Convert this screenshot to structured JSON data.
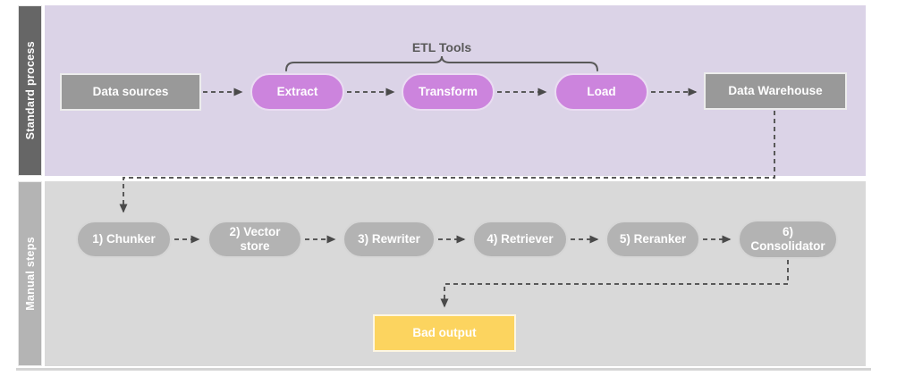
{
  "brace_label": "ETL Tools",
  "lanes": {
    "standard": "Standard process",
    "manual": "Manual steps"
  },
  "nodes": {
    "data_sources": "Data sources",
    "extract": "Extract",
    "transform": "Transform",
    "load": "Load",
    "data_warehouse": "Data Warehouse",
    "chunker": "1) Chunker",
    "vector_store": "2) Vector store",
    "rewriter": "3) Rewriter",
    "retriever": "4) Retriever",
    "reranker": "5) Reranker",
    "consolidator": "6) Consolidator",
    "bad_output": "Bad output"
  },
  "colors": {
    "standard_lane_bg": "#dbd3e7",
    "standard_lane_label_bg": "#666666",
    "manual_lane_bg": "#d9d9d9",
    "manual_lane_label_bg": "#b4b4b4",
    "process_box_gray": "#999999",
    "etl_pill_purple": "#cc84dd",
    "manual_pill_gray": "#b3b3b3",
    "bad_output_yellow": "#fcd45f",
    "connector_gray": "#595959"
  }
}
